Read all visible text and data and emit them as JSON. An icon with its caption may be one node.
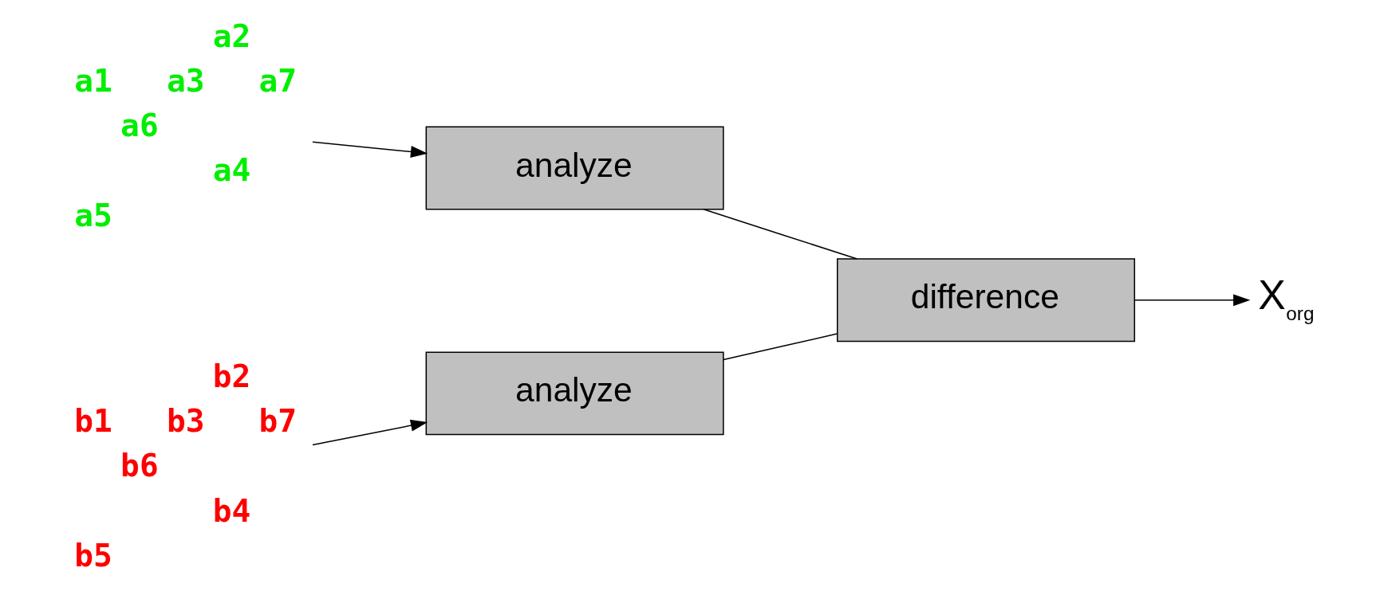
{
  "diagram": {
    "nodes": [
      {
        "text": [
          "a2",
          "a1",
          "a3",
          "a7",
          "a6",
          "a4",
          "a5"
        ]
      },
      {
        "text": [
          "analyze"
        ]
      },
      {
        "text": [
          "b2",
          "b1",
          "b3",
          "b7",
          "b6",
          "b4",
          "b5"
        ]
      },
      {
        "text": [
          "analyze"
        ]
      },
      {
        "text": [
          "difference"
        ]
      },
      {
        "text": [
          "X$_{org}$"
        ]
      }
    ],
    "edges": [
      {
        "from": 0,
        "to": 1,
        "arrow": "to"
      },
      {
        "from": 2,
        "to": 3,
        "arrow": "to"
      },
      {
        "from": 1,
        "to": 4,
        "arrow": "none"
      },
      {
        "from": 3,
        "to": 4,
        "arrow": "none"
      },
      {
        "from": 4,
        "to": 5,
        "arrow": "to"
      }
    ]
  }
}
